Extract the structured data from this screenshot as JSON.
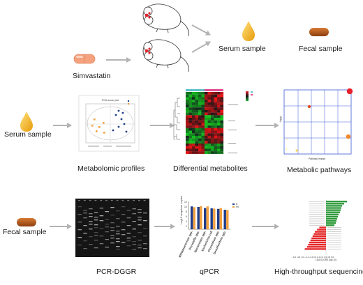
{
  "labels": {
    "simvastatin": "Simvastatin",
    "serum_sample_top": "Serum sample",
    "fecal_sample_top": "Fecal sample",
    "serum_sample_mid": "Serum sample",
    "metabolomic_profiles": "Metabolomic profiles",
    "differential_metabolites": "Differential metabolites",
    "metabolic_pathways": "Metabolic pathways",
    "fecal_sample_bottom": "Fecal sample",
    "pcr_dggr": "PCR-DGGR",
    "qpcr": "qPCR",
    "hts": "High-throughput sequencing"
  },
  "thumb_text": {
    "pca_title": "PCA score plot",
    "qpcr_ylabel": "Log10 amplicon copies",
    "qpcr_legend": [
      "N",
      "HS"
    ],
    "qpcr_categories": [
      "Bifidobacterium spp.",
      "Prevotella spp.",
      "Bacteroides spp.",
      "Escherichia coli",
      "Clostridium spp.",
      "Desulfovibrio spp."
    ],
    "lda_xlabel": "LDA SCORE (log 10)",
    "lda_ticks": "-6.0 -4.8 -3.6 -2.4 -1.2 0.0 1.2 2.4 3.6 4.8 6.0",
    "pathway_xlabel": "Pathway Impact",
    "pathway_ylabel": "-log(p)"
  },
  "colors": {
    "arrow": "#b3b3b3",
    "pill": "#f4a27e",
    "fecal": "#b5561c",
    "drop": "#f2b21a",
    "series_n": "#1f3c88",
    "series_hs": "#f0a040",
    "lda_pos": "#2e9a3a",
    "lda_neg": "#e52a2a"
  }
}
